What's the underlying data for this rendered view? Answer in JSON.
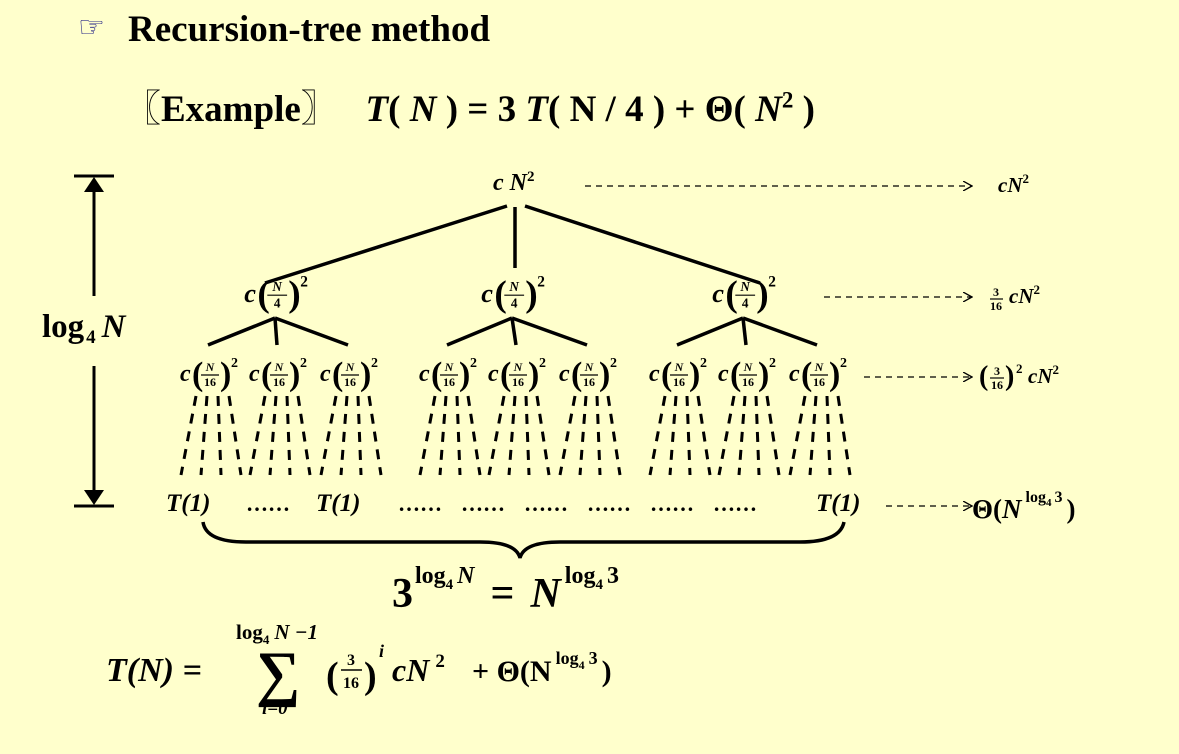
{
  "title": "Recursion-tree method",
  "example": {
    "bracket_open": "〖",
    "label": "Example",
    "bracket_close": "〗",
    "lhs": "T",
    "n": "N",
    "equals_three": "= 3",
    "t": "T",
    "n_over_4": "N / 4",
    "plus_theta": "+ Θ(",
    "n2": "N",
    "exp2": "2"
  },
  "tree": {
    "root": {
      "coef": "c",
      "var": "N",
      "exp": "2"
    },
    "level1_frac": {
      "num": "N",
      "den": "4"
    },
    "level2_frac": {
      "num": "N",
      "den": "16"
    },
    "coef": "c",
    "exp": "2",
    "leaf": "T(1)",
    "ellipsis": "……"
  },
  "height_label": {
    "log": "log",
    "base": "4",
    "var": "N"
  },
  "level_costs": {
    "level0": {
      "var": "cN",
      "exp": "2"
    },
    "level1": {
      "num": "3",
      "den": "16",
      "var": "cN",
      "exp": "2"
    },
    "level2": {
      "num": "3",
      "den": "16",
      "outer_exp": "2",
      "var": "cN",
      "exp": "2"
    },
    "leaves": {
      "theta": "Θ(",
      "var": "N",
      "exp_log": "log",
      "exp_base": "4",
      "exp_arg": "3",
      "close": ")"
    }
  },
  "leaf_count": {
    "base": "3",
    "exp_log": "log",
    "exp_base": "4",
    "exp_var": "N",
    "equals": "=",
    "var": "N",
    "rhs_log": "log",
    "rhs_base": "4",
    "rhs_arg": "3"
  },
  "sum_formula": {
    "lhs": "T(N) =",
    "sum_symbol": "∑",
    "upper_log": "log",
    "upper_base": "4",
    "upper_rest": "N −1",
    "lower": "i=0",
    "num": "3",
    "den": "16",
    "power": "i",
    "term": "cN",
    "term_exp": "2",
    "plus_theta": "+ Θ(N",
    "theta_log": "log",
    "theta_base": "4",
    "theta_arg": "3",
    "close": ")"
  },
  "colors": {
    "background": "#FFFFCC",
    "bullet": "#2a2a88",
    "ink": "#000000"
  }
}
